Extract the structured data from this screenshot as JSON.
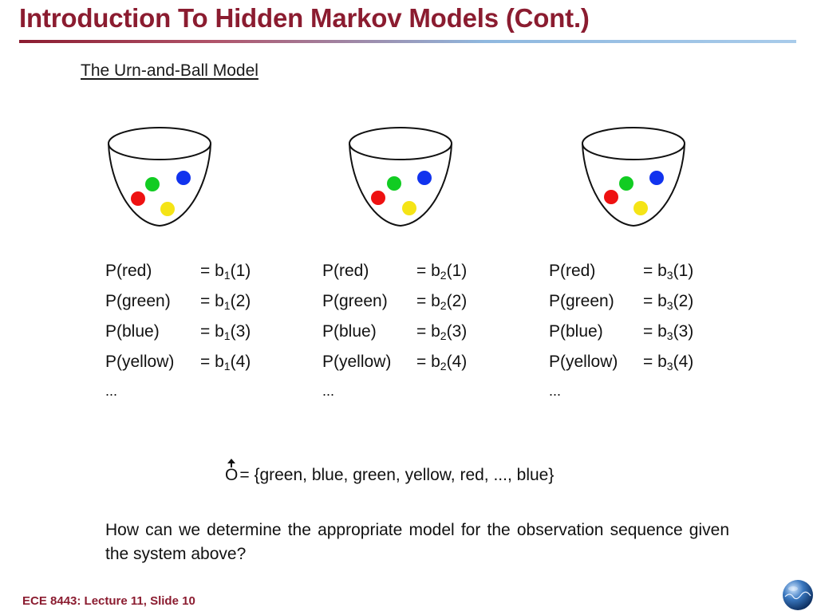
{
  "slide": {
    "title": "Introduction To Hidden Markov Models (Cont.)",
    "subtitle": "The Urn-and-Ball Model",
    "footer": "ECE 8443: Lecture 11, Slide 10"
  },
  "urns": [
    {
      "index": "1",
      "rows": [
        {
          "label": "P(red)",
          "value_prefix": "= b",
          "subscript": "1",
          "value_suffix": "(1)"
        },
        {
          "label": "P(green)",
          "value_prefix": "= b",
          "subscript": "1",
          "value_suffix": "(2)"
        },
        {
          "label": "P(blue)",
          "value_prefix": "= b",
          "subscript": "1",
          "value_suffix": "(3)"
        },
        {
          "label": "P(yellow)",
          "value_prefix": "= b",
          "subscript": "1",
          "value_suffix": "(4)"
        }
      ],
      "ellipsis": "..."
    },
    {
      "index": "2",
      "rows": [
        {
          "label": "P(red)",
          "value_prefix": "= b",
          "subscript": "2",
          "value_suffix": "(1)"
        },
        {
          "label": "P(green)",
          "value_prefix": "= b",
          "subscript": "2",
          "value_suffix": "(2)"
        },
        {
          "label": "P(blue)",
          "value_prefix": "= b",
          "subscript": "2",
          "value_suffix": "(3)"
        },
        {
          "label": "P(yellow)",
          "value_prefix": "= b",
          "subscript": "2",
          "value_suffix": "(4)"
        }
      ],
      "ellipsis": "..."
    },
    {
      "index": "3",
      "rows": [
        {
          "label": "P(red)",
          "value_prefix": "= b",
          "subscript": "3",
          "value_suffix": "(1)"
        },
        {
          "label": "P(green)",
          "value_prefix": "= b",
          "subscript": "3",
          "value_suffix": "(2)"
        },
        {
          "label": "P(blue)",
          "value_prefix": "= b",
          "subscript": "3",
          "value_suffix": "(3)"
        },
        {
          "label": "P(yellow)",
          "value_prefix": "= b",
          "subscript": "3",
          "value_suffix": "(4)"
        }
      ],
      "ellipsis": "..."
    }
  ],
  "ball_colors": {
    "red": "#ee1111",
    "green": "#11cc22",
    "blue": "#1133ee",
    "yellow": "#f5e416"
  },
  "observation": {
    "symbol": "O",
    "text": " = {green, blue, green, yellow, red, ..., blue}"
  },
  "question": "How can we determine the appropriate model for the observation sequence given the system above?",
  "colors": {
    "title": "#8b1c30",
    "text": "#111111"
  },
  "icons": {
    "logo": "globe-logo-icon",
    "observation_arrow": "vector-arrow-icon"
  }
}
